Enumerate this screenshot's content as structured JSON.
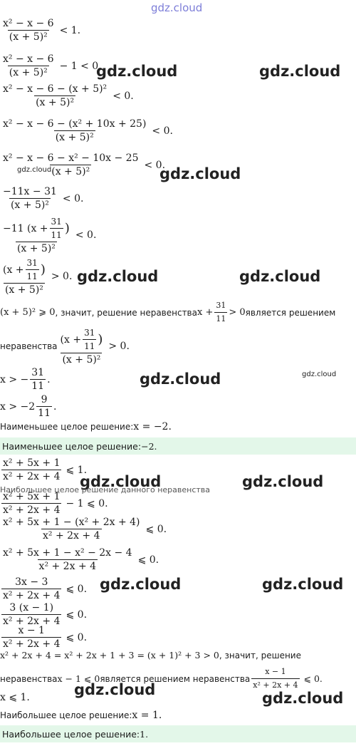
{
  "watermark": {
    "text": "gdz.cloud"
  },
  "part1": {
    "l1": {
      "num": "x² − x − 6",
      "den": "(x + 5)²",
      "tail": "< 1."
    },
    "l2": {
      "num": "x² − x − 6",
      "den": "(x + 5)²",
      "tail": "− 1 < 0."
    },
    "l3": {
      "num": "x² − x − 6 − (x + 5)²",
      "den": "(x + 5)²",
      "tail": "< 0."
    },
    "l4": {
      "num": "x² − x − 6 − (x² + 10x + 25)",
      "den": "(x + 5)²",
      "tail": "< 0."
    },
    "l5": {
      "num": "x² − x − 6 − x² − 10x − 25",
      "den": "(x + 5)²",
      "tail": "< 0."
    },
    "l6": {
      "num": "−11x − 31",
      "den": "(x + 5)²",
      "tail": "< 0."
    },
    "l7": {
      "pre": "−11 (x +",
      "fn": "31",
      "fd": "11",
      "post": ")",
      "den": "(x + 5)²",
      "tail": "< 0."
    },
    "l8": {
      "pre": "(x +",
      "fn": "31",
      "fd": "11",
      "post": ")",
      "den": "(x + 5)²",
      "tail": "> 0."
    },
    "l9": {
      "a": "(x + 5)² ⩾ 0",
      "b": ", значит, решение неравенства ",
      "c": "x +",
      "fn": "31",
      "fd": "11",
      "d": "> 0",
      "e": " является решением"
    },
    "l10": {
      "a": "неравенства ",
      "pre": "(x +",
      "fn": "31",
      "fd": "11",
      "post": ")",
      "den": "(x + 5)²",
      "tail": "> 0."
    },
    "l11": {
      "a": "x > −",
      "fn": "31",
      "fd": "11",
      "tail": "."
    },
    "l12": {
      "a": "x > −2",
      "fn": "9",
      "fd": "11",
      "tail": "."
    },
    "l13": {
      "a": "Наименьшее целое решение: ",
      "b": "x = −2."
    },
    "answer": {
      "a": "Наименьшее целое решение: ",
      "b": "−2."
    }
  },
  "part2": {
    "l1": {
      "num": "x² + 5x + 1",
      "den": "x² + 2x + 4",
      "tail": "⩽ 1."
    },
    "l1b": {
      "text": "Наибольшее целое решение данного неравенства"
    },
    "l2": {
      "num": "x² + 5x + 1",
      "den": "x² + 2x + 4",
      "tail": "− 1 ⩽ 0."
    },
    "l3": {
      "num": "x² + 5x + 1 − (x² + 2x + 4)",
      "den": "x² + 2x + 4",
      "tail": "⩽ 0."
    },
    "l4": {
      "num": "x² + 5x + 1 − x² − 2x − 4",
      "den": "x² + 2x + 4",
      "tail": "⩽ 0."
    },
    "l5": {
      "num": "3x − 3",
      "den": "x² + 2x + 4",
      "tail": "⩽ 0."
    },
    "l6": {
      "num": "3 (x − 1)",
      "den": "x² + 2x + 4",
      "tail": "⩽ 0."
    },
    "l7": {
      "num": "x − 1",
      "den": "x² + 2x + 4",
      "tail": "⩽ 0."
    },
    "l8": {
      "a": "x² + 2x + 4 = x² + 2x + 1 + 3 = (x + 1)² + 3 > 0",
      "b": ", значит, решение"
    },
    "l9": {
      "a": "неравенства ",
      "b": "x − 1 ⩽ 0",
      "c": " является решением неравенства ",
      "num": "x − 1",
      "den": "x² + 2x + 4",
      "tail": "⩽ 0."
    },
    "l10": {
      "a": "x ⩽ 1."
    },
    "l11": {
      "a": "Наибольшее целое решение: ",
      "b": "x = 1."
    },
    "answer": {
      "a": "Наибольшее целое решение: ",
      "b": "1."
    }
  }
}
